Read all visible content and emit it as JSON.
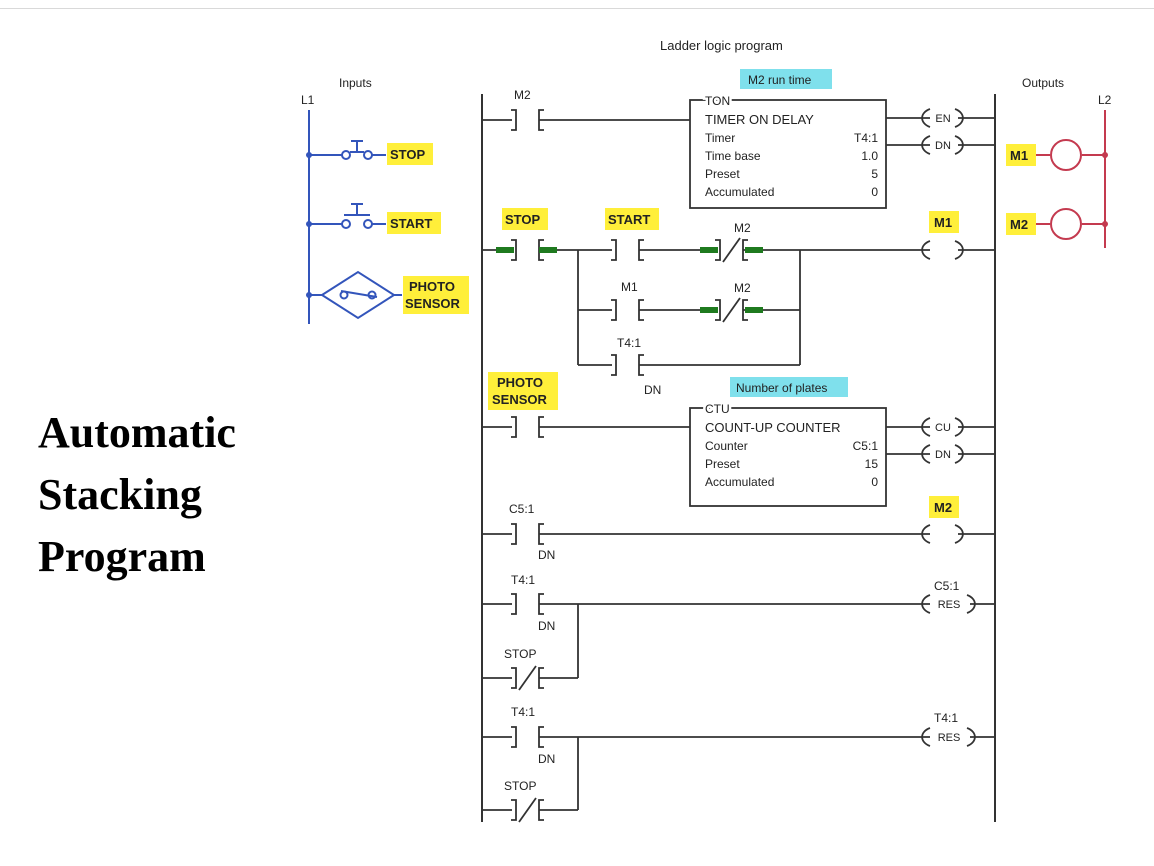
{
  "slide": {
    "title_lines": [
      "Automatic",
      "Stacking",
      "Program"
    ]
  },
  "headings": {
    "program": "Ladder logic program",
    "inputs": "Inputs",
    "outputs": "Outputs",
    "rail_left": "L1",
    "rail_right": "L2"
  },
  "inputs_panel": {
    "stop": "STOP",
    "start": "START",
    "photo_line1": "PHOTO",
    "photo_line2": "SENSOR"
  },
  "outputs_panel": {
    "m1": "M1",
    "m2": "M2"
  },
  "rung1": {
    "contact": "M2",
    "highlight": "M2 run time",
    "block_type": "TON",
    "block_title": "TIMER ON DELAY",
    "rows": [
      {
        "label": "Timer",
        "value": "T4:1"
      },
      {
        "label": "Time base",
        "value": "1.0"
      },
      {
        "label": "Preset",
        "value": "5"
      },
      {
        "label": "Accumulated",
        "value": "0"
      }
    ],
    "coil_en": "EN",
    "coil_dn": "DN"
  },
  "rung2": {
    "stop": "STOP",
    "start": "START",
    "m2_a": "M2",
    "m1": "M1",
    "m2_b": "M2",
    "t41": "T4:1",
    "t41_dn": "DN",
    "coil": "M1"
  },
  "rung3": {
    "contact_line1": "PHOTO",
    "contact_line2": "SENSOR",
    "highlight": "Number of plates",
    "block_type": "CTU",
    "block_title": "COUNT-UP COUNTER",
    "rows": [
      {
        "label": "Counter",
        "value": "C5:1"
      },
      {
        "label": "Preset",
        "value": "15"
      },
      {
        "label": "Accumulated",
        "value": "0"
      }
    ],
    "coil_cu": "CU",
    "coil_dn": "DN"
  },
  "rung4": {
    "contact": "C5:1",
    "contact_sub": "DN",
    "coil": "M2"
  },
  "rung5": {
    "contact": "T4:1",
    "contact_sub": "DN",
    "stop": "STOP",
    "coil_tag": "C5:1",
    "coil": "RES"
  },
  "rung6": {
    "contact": "T4:1",
    "contact_sub": "DN",
    "stop": "STOP",
    "coil_tag": "T4:1",
    "coil": "RES"
  },
  "colors": {
    "wire": "#333333",
    "input_wire": "#3355bb",
    "output_wire": "#c43a4f",
    "highlight_yellow": "#ffef3a",
    "highlight_cyan": "#7fe0ec",
    "energized": "#1f7a1f"
  }
}
